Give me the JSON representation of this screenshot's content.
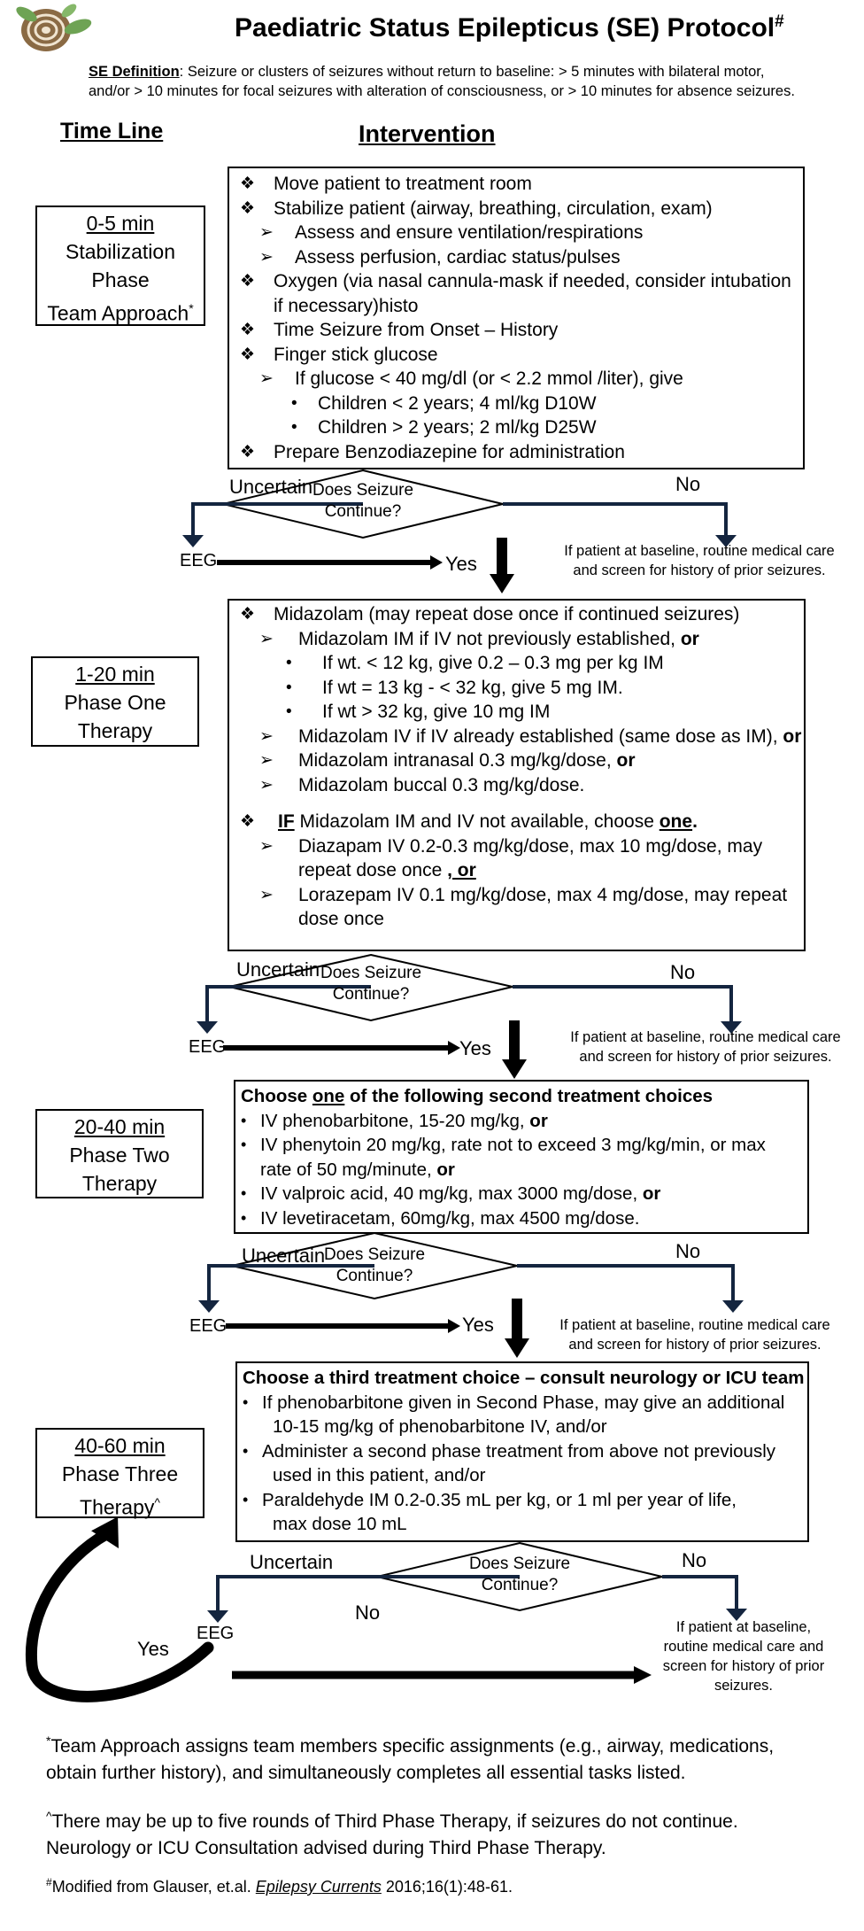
{
  "header": {
    "title": "Paediatric Status Epilepticus (SE) Protocol",
    "title_sup": "#",
    "definition_label": "SE Definition",
    "definition_line1": ": Seizure or clusters of seizures without return to baseline: > 5 minutes with bilateral motor,",
    "definition_line2": "and/or > 10 minutes for focal seizures with alteration of consciousness, or > 10 minutes for absence seizures."
  },
  "columns": {
    "timeline": "Time Line",
    "intervention": "Intervention"
  },
  "phases": [
    {
      "time": "0-5 min",
      "line1": "Stabilization",
      "line2": "Phase",
      "line3": "Team Approach",
      "sup": "*"
    },
    {
      "time": "1-20 min",
      "line1": "Phase One",
      "line2": "Therapy"
    },
    {
      "time": "20-40 min",
      "line1": "Phase Two",
      "line2": "Therapy"
    },
    {
      "time": "40-60 min",
      "line1": "Phase Three",
      "line2": "Therapy",
      "sup": "^"
    }
  ],
  "stabilization": {
    "l1": "Move patient to treatment room",
    "l2": "Stabilize patient (airway, breathing, circulation, exam)",
    "l3": "Assess and ensure ventilation/respirations",
    "l4": "Assess perfusion, cardiac status/pulses",
    "l5": "Oxygen (via nasal cannula-mask if needed, consider intubation",
    "l5b": "if necessary)histo",
    "l6": "Time Seizure from Onset – History",
    "l7": "Finger stick glucose",
    "l8": "If glucose < 40 mg/dl (or < 2.2 mmol /liter), give",
    "l9": "Children < 2 years; 4 ml/kg D10W",
    "l10": "Children > 2 years; 2 ml/kg D25W",
    "l11": "Prepare Benzodiazepine for administration"
  },
  "phase_one": {
    "l1": "Midazolam (may repeat dose once if continued seizures)",
    "l2": "Midazolam IM if IV not previously established, ",
    "l2_or": "or",
    "l3": "If wt. < 12 kg, give 0.2 – 0.3 mg per kg IM",
    "l4": "If wt = 13 kg - < 32 kg, give 5 mg IM.",
    "l5": "If wt > 32 kg, give 10 mg IM",
    "l6": "Midazolam IV if IV already established (same dose as IM), ",
    "l6_or": "or",
    "l7": "Midazolam intranasal 0.3 mg/kg/dose, ",
    "l7_or": "or",
    "l8": "Midazolam buccal 0.3 mg/kg/dose.",
    "l9_if": "IF",
    "l9_mid": " Midazolam IM and IV not available, choose ",
    "l9_one": "one",
    "l9_end": ".",
    "l10": "Diazapam IV 0.2-0.3 mg/kg/dose, max 10 mg/dose, may",
    "l10b": "repeat dose once ",
    "l10b_or": ", or",
    "l11": "Lorazepam IV 0.1 mg/kg/dose, max 4 mg/dose, may repeat",
    "l11b": "dose once"
  },
  "phase_two": {
    "head_a": "Choose ",
    "head_one": "one",
    "head_b": " of the following second treatment choices",
    "l1": "IV phenobarbitone, 15-20 mg/kg, ",
    "l1_or": "or",
    "l2": "IV phenytoin 20 mg/kg, rate not to exceed 3 mg/kg/min, or max",
    "l2b": "rate of 50 mg/minute, ",
    "l2b_or": "or",
    "l3": "IV valproic acid, 40 mg/kg, max 3000 mg/dose, ",
    "l3_or": "or",
    "l4": "IV levetiracetam, 60mg/kg, max 4500 mg/dose."
  },
  "phase_three": {
    "head": "Choose a third treatment choice – consult neurology or ICU team",
    "l1": "If phenobarbitone given in Second Phase, may give an additional",
    "l1b": "10-15 mg/kg of phenobarbitone IV, and/or",
    "l2": "Administer a second phase treatment from above not previously",
    "l2b": "used in this patient, and/or",
    "l3": "Paraldehyde IM 0.2-0.35 mL per kg, or 1 ml per year of life,",
    "l3b": "max dose 10 mL"
  },
  "decision": {
    "question_l1": "Does Seizure",
    "question_l2": "Continue?",
    "uncertain": "Uncertain",
    "no": "No",
    "yes": "Yes",
    "eeg": "EEG",
    "note_l1": "If patient at baseline, routine medical care",
    "note_l2": "and screen for history of prior seizures.",
    "note4_l1": "If patient at baseline,",
    "note4_l2": "routine medical care and",
    "note4_l3": "screen for history of prior",
    "note4_l4": "seizures."
  },
  "footnotes": {
    "f1_mark": "*",
    "f1_l1": "Team Approach assigns team members specific assignments (e.g., airway, medications,",
    "f1_l2": "obtain further history), and simultaneously completes all essential tasks listed.",
    "f2_mark": "^",
    "f2_l1": "There may be up to five rounds of Third Phase Therapy, if seizures do not continue.",
    "f2_l2": "Neurology or ICU Consultation advised during Third Phase Therapy.",
    "f3_mark": "#",
    "f3_a": "Modified from Glauser, et.al. ",
    "f3_journal": "Epilepsy Currents",
    "f3_b": " 2016;16(1):48-61."
  },
  "icons": {
    "logo": "leaf-fingerprint-logo"
  }
}
